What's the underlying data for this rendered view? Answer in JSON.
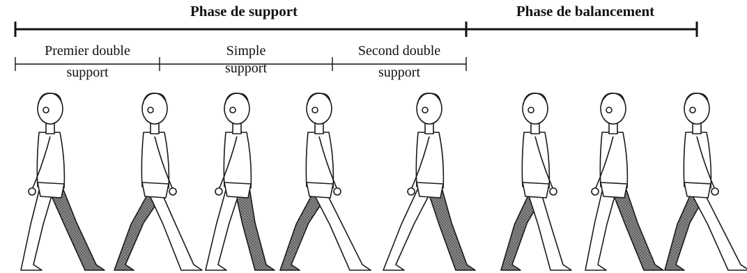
{
  "phases": {
    "support": "Phase de support",
    "swing": "Phase de balancement"
  },
  "sub_phases": {
    "first": [
      "Premier double",
      "support"
    ],
    "single": [
      "Simple",
      "support"
    ],
    "second": [
      "Second double",
      "support"
    ]
  },
  "figures": {
    "count": 8,
    "shaded_leg_color": "#555555",
    "line_color": "#1a1a1a"
  }
}
